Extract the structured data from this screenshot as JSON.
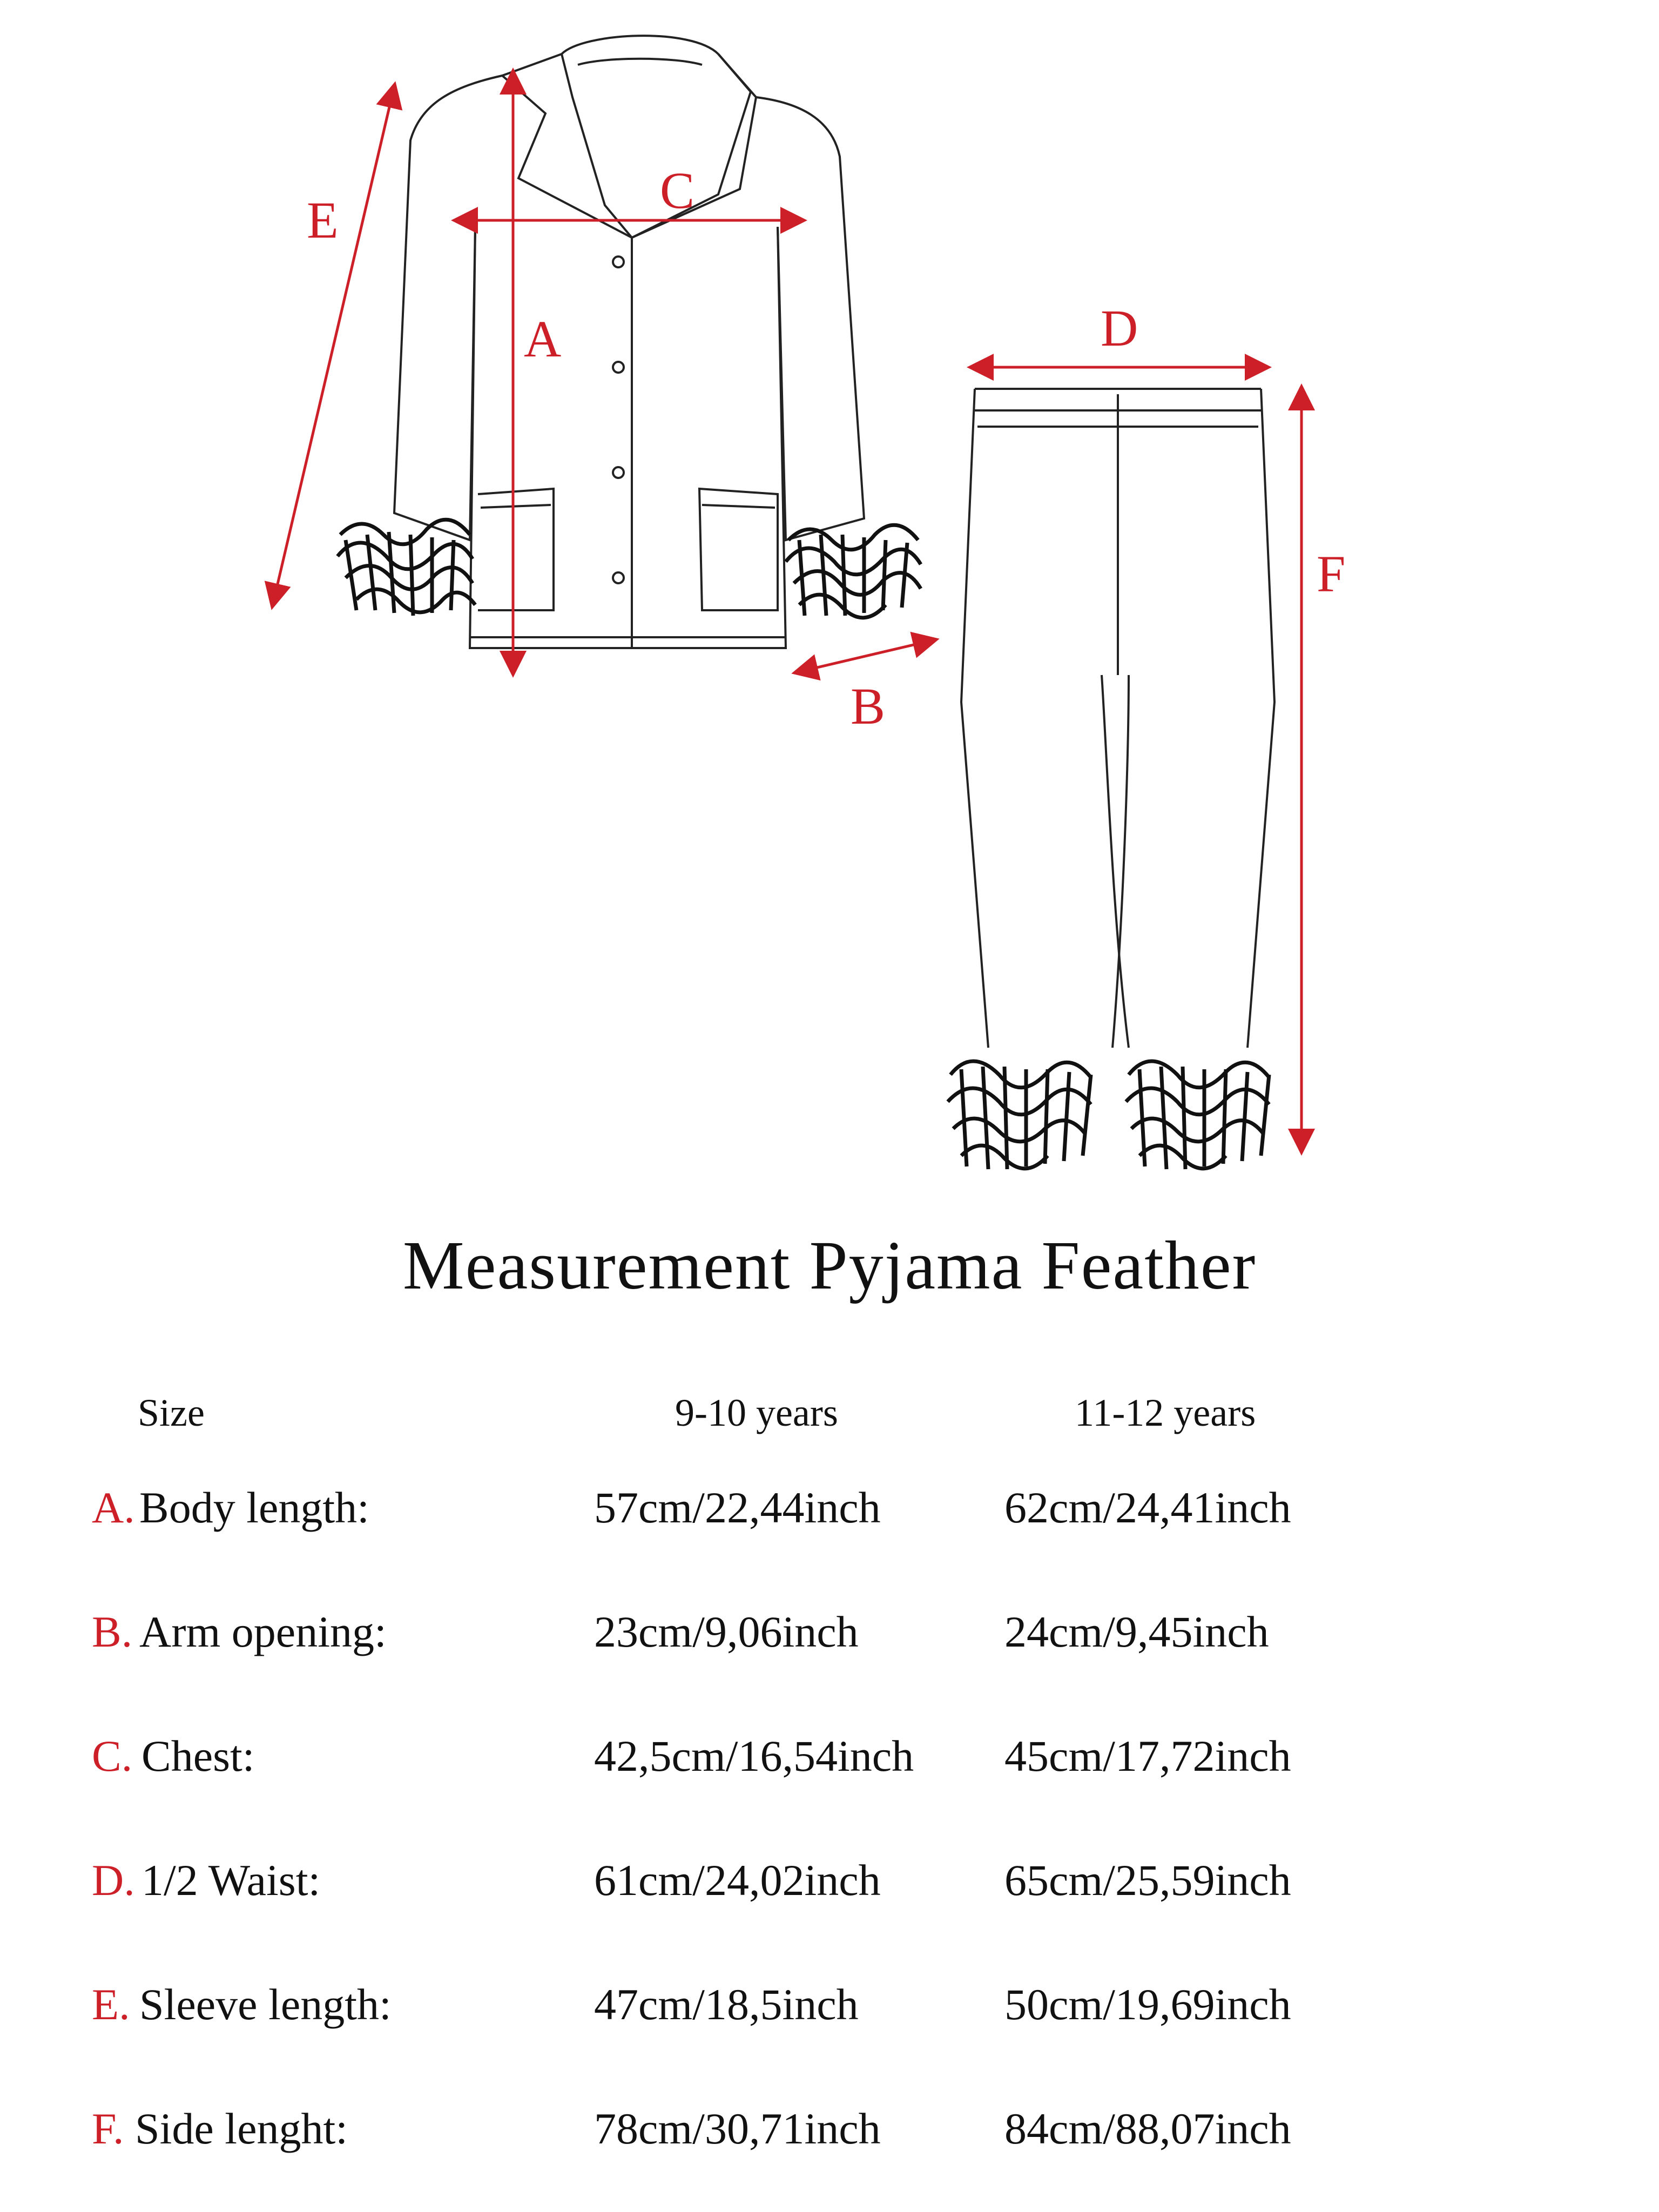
{
  "diagram_labels": {
    "A": "A",
    "B": "B",
    "C": "C",
    "D": "D",
    "E": "E",
    "F": "F"
  },
  "colors": {
    "accent_red": "#cc1f28",
    "ink": "#111111",
    "background": "#ffffff"
  },
  "title": "Measurement Pyjama Feather",
  "table": {
    "headers": [
      "Size",
      "9-10 years",
      "11-12 years"
    ],
    "rows": [
      {
        "letter": "A.",
        "name": "Body length:",
        "v1": "57cm/22,44inch",
        "v2": "62cm/24,41inch"
      },
      {
        "letter": "B.",
        "name": "Arm opening:",
        "v1": "23cm/9,06inch",
        "v2": "24cm/9,45inch"
      },
      {
        "letter": "C.",
        "name": "Chest:",
        "v1": "42,5cm/16,54inch",
        "v2": "45cm/17,72inch"
      },
      {
        "letter": "D.",
        "name": "1/2 Waist:",
        "v1": "61cm/24,02inch",
        "v2": "65cm/25,59inch"
      },
      {
        "letter": "E.",
        "name": "Sleeve length:",
        "v1": "47cm/18,5inch",
        "v2": "50cm/19,69inch"
      },
      {
        "letter": "F.",
        "name": "Side lenght:",
        "v1": "78cm/30,71inch",
        "v2": "84cm/88,07inch"
      }
    ]
  }
}
